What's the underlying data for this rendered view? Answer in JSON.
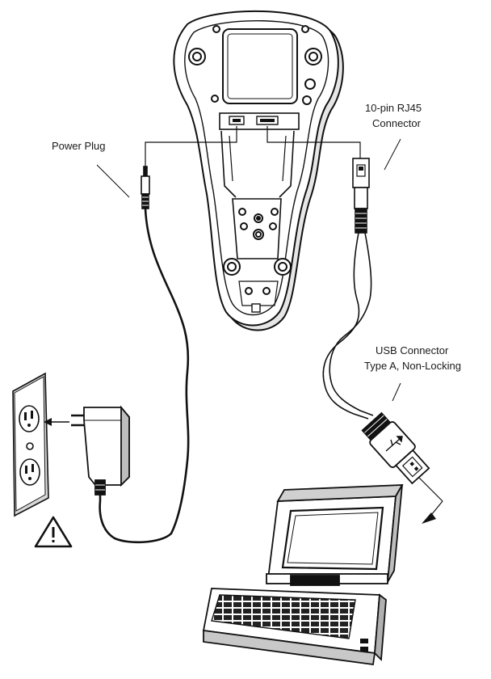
{
  "labels": {
    "power_plug": "Power Plug",
    "rj45_line1": "10-pin RJ45",
    "rj45_line2": "Connector",
    "usb_line1": "USB Connector",
    "usb_line2": "Type A, Non-Locking"
  },
  "icons": {
    "warning": "warning-triangle-icon",
    "usb": "usb-trident-icon"
  },
  "colors": {
    "ink": "#111111",
    "paper": "#ffffff",
    "shade": "#dcdcdc"
  }
}
